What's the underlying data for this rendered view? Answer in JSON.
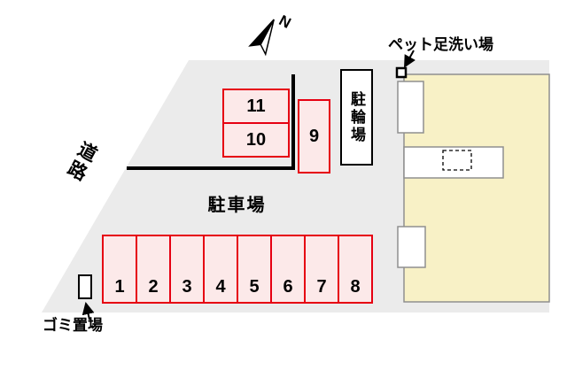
{
  "labels": {
    "road": "道路",
    "parking_area": "駐車場",
    "bicycle_area": "駐輪場",
    "pet_wash": "ペット足洗い場",
    "garbage": "ゴミ置場",
    "north": "N"
  },
  "stalls": {
    "bottom_row": [
      "1",
      "2",
      "3",
      "4",
      "5",
      "6",
      "7",
      "8"
    ],
    "upper_pair": [
      "11",
      "10"
    ],
    "single": [
      "9"
    ]
  },
  "colors": {
    "site_fill": "#ebebeb",
    "stall_fill": "#fce9e9",
    "stall_border": "#e60012",
    "building_fill": "#f8f1c6"
  }
}
